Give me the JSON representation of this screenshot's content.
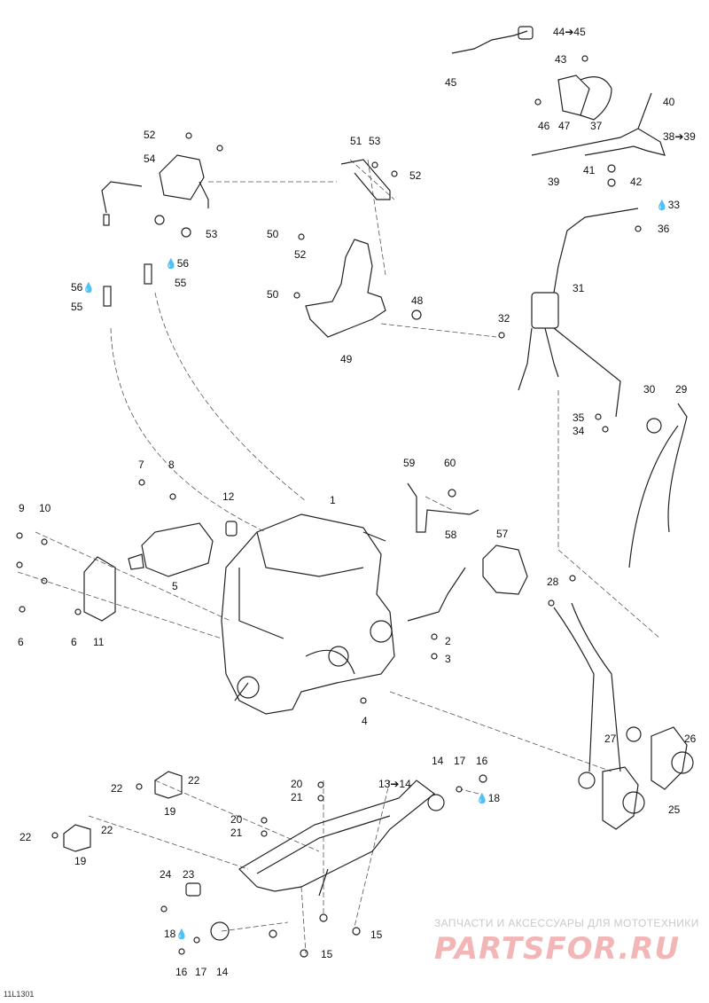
{
  "diagram": {
    "figure_id": "11L1301",
    "watermark": {
      "caption": "ЗАПЧАСТИ И АКСЕССУАРЫ ДЛЯ МОТОТЕХНИКИ",
      "logo": "PARTSFOR.RU"
    },
    "callouts": [
      {
        "id": "c1",
        "text": "1"
      },
      {
        "id": "c2",
        "text": "2"
      },
      {
        "id": "c3",
        "text": "3"
      },
      {
        "id": "c4",
        "text": "4"
      },
      {
        "id": "c5",
        "text": "5"
      },
      {
        "id": "c6a",
        "text": "6"
      },
      {
        "id": "c6b",
        "text": "6"
      },
      {
        "id": "c7",
        "text": "7"
      },
      {
        "id": "c8",
        "text": "8"
      },
      {
        "id": "c9",
        "text": "9"
      },
      {
        "id": "c10",
        "text": "10"
      },
      {
        "id": "c11",
        "text": "11"
      },
      {
        "id": "c12",
        "text": "12"
      },
      {
        "id": "c13",
        "text": "13➔14"
      },
      {
        "id": "c14a",
        "text": "14"
      },
      {
        "id": "c14b",
        "text": "14"
      },
      {
        "id": "c15a",
        "text": "15"
      },
      {
        "id": "c15b",
        "text": "15"
      },
      {
        "id": "c16a",
        "text": "16"
      },
      {
        "id": "c16b",
        "text": "16"
      },
      {
        "id": "c17a",
        "text": "17"
      },
      {
        "id": "c17b",
        "text": "17"
      },
      {
        "id": "c18a",
        "text": "18"
      },
      {
        "id": "c18b",
        "text": "18"
      },
      {
        "id": "c19a",
        "text": "19"
      },
      {
        "id": "c19b",
        "text": "19"
      },
      {
        "id": "c20a",
        "text": "20"
      },
      {
        "id": "c20b",
        "text": "20"
      },
      {
        "id": "c21a",
        "text": "21"
      },
      {
        "id": "c21b",
        "text": "21"
      },
      {
        "id": "c22a",
        "text": "22"
      },
      {
        "id": "c22b",
        "text": "22"
      },
      {
        "id": "c22c",
        "text": "22"
      },
      {
        "id": "c22d",
        "text": "22"
      },
      {
        "id": "c23",
        "text": "23"
      },
      {
        "id": "c24",
        "text": "24"
      },
      {
        "id": "c25",
        "text": "25"
      },
      {
        "id": "c26",
        "text": "26"
      },
      {
        "id": "c27",
        "text": "27"
      },
      {
        "id": "c28",
        "text": "28"
      },
      {
        "id": "c29",
        "text": "29"
      },
      {
        "id": "c30",
        "text": "30"
      },
      {
        "id": "c31",
        "text": "31"
      },
      {
        "id": "c32",
        "text": "32"
      },
      {
        "id": "c33",
        "text": "33"
      },
      {
        "id": "c34",
        "text": "34"
      },
      {
        "id": "c35",
        "text": "35"
      },
      {
        "id": "c36",
        "text": "36"
      },
      {
        "id": "c37",
        "text": "37"
      },
      {
        "id": "c38",
        "text": "38➔39"
      },
      {
        "id": "c39",
        "text": "39"
      },
      {
        "id": "c40",
        "text": "40"
      },
      {
        "id": "c41",
        "text": "41"
      },
      {
        "id": "c42",
        "text": "42"
      },
      {
        "id": "c43",
        "text": "43"
      },
      {
        "id": "c44",
        "text": "44➔45"
      },
      {
        "id": "c45",
        "text": "45"
      },
      {
        "id": "c46",
        "text": "46"
      },
      {
        "id": "c47",
        "text": "47"
      },
      {
        "id": "c48",
        "text": "48"
      },
      {
        "id": "c49",
        "text": "49"
      },
      {
        "id": "c50a",
        "text": "50"
      },
      {
        "id": "c50b",
        "text": "50"
      },
      {
        "id": "c51",
        "text": "51"
      },
      {
        "id": "c52a",
        "text": "52"
      },
      {
        "id": "c52b",
        "text": "52"
      },
      {
        "id": "c52c",
        "text": "52"
      },
      {
        "id": "c53a",
        "text": "53"
      },
      {
        "id": "c53b",
        "text": "53"
      },
      {
        "id": "c54",
        "text": "54"
      },
      {
        "id": "c55a",
        "text": "55"
      },
      {
        "id": "c55b",
        "text": "55"
      },
      {
        "id": "c56a",
        "text": "56"
      },
      {
        "id": "c56b",
        "text": "56"
      },
      {
        "id": "c57",
        "text": "57"
      },
      {
        "id": "c58",
        "text": "58"
      },
      {
        "id": "c59",
        "text": "59"
      },
      {
        "id": "c60",
        "text": "60"
      }
    ]
  }
}
